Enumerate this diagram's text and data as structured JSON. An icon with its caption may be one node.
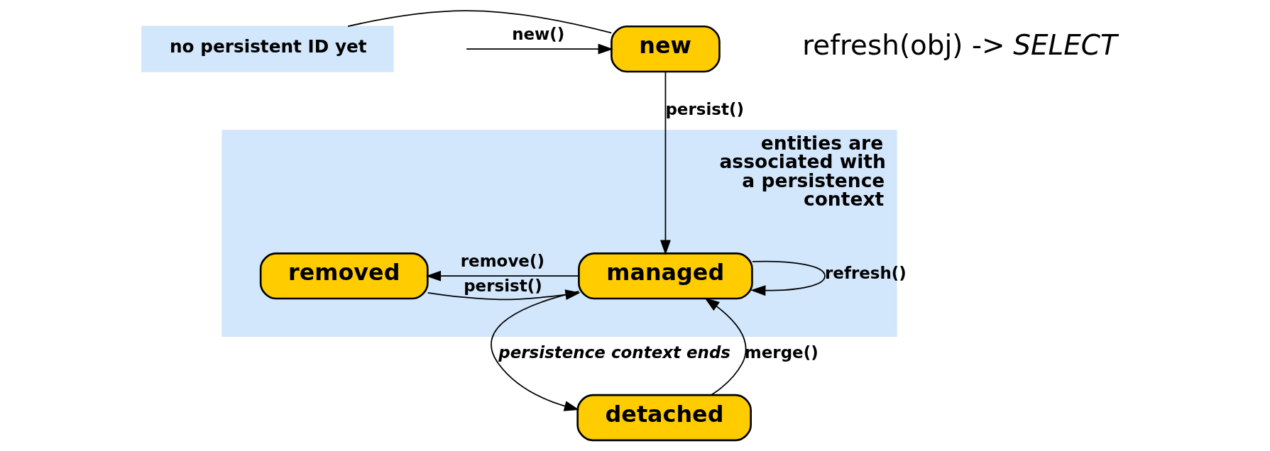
{
  "diagram": {
    "nodes": [
      {
        "text": [
          "no persistent ID yet"
        ]
      },
      {
        "text": [
          "new"
        ]
      },
      {
        "text": [
          "entities are associated with a persistence context"
        ]
      },
      {
        "text": [
          "managed"
        ],
        "in": 2
      },
      {
        "text": [
          "removed"
        ],
        "in": 2
      },
      {
        "text": [
          "detached"
        ]
      }
    ],
    "edges": [
      {
        "from": 0,
        "to": 1,
        "arrow": "none"
      },
      {
        "from": null,
        "to": 1,
        "arrow": "to",
        "label": "new()"
      },
      {
        "from": 1,
        "to": 3,
        "arrow": "to",
        "label": "persist()"
      },
      {
        "from": 3,
        "to": 3,
        "arrow": "to",
        "label": "refresh()"
      },
      {
        "from": 3,
        "to": 4,
        "arrow": "to",
        "label": "remove()"
      },
      {
        "from": 4,
        "to": 3,
        "arrow": "to",
        "label": "persist()"
      },
      {
        "from": 3,
        "to": 5,
        "arrow": "to",
        "label": "persistence context ends"
      },
      {
        "from": 5,
        "to": 3,
        "arrow": "to",
        "label": "merge()"
      }
    ],
    "labels": [
      "refresh(obj) -> *SELECT*"
    ]
  }
}
